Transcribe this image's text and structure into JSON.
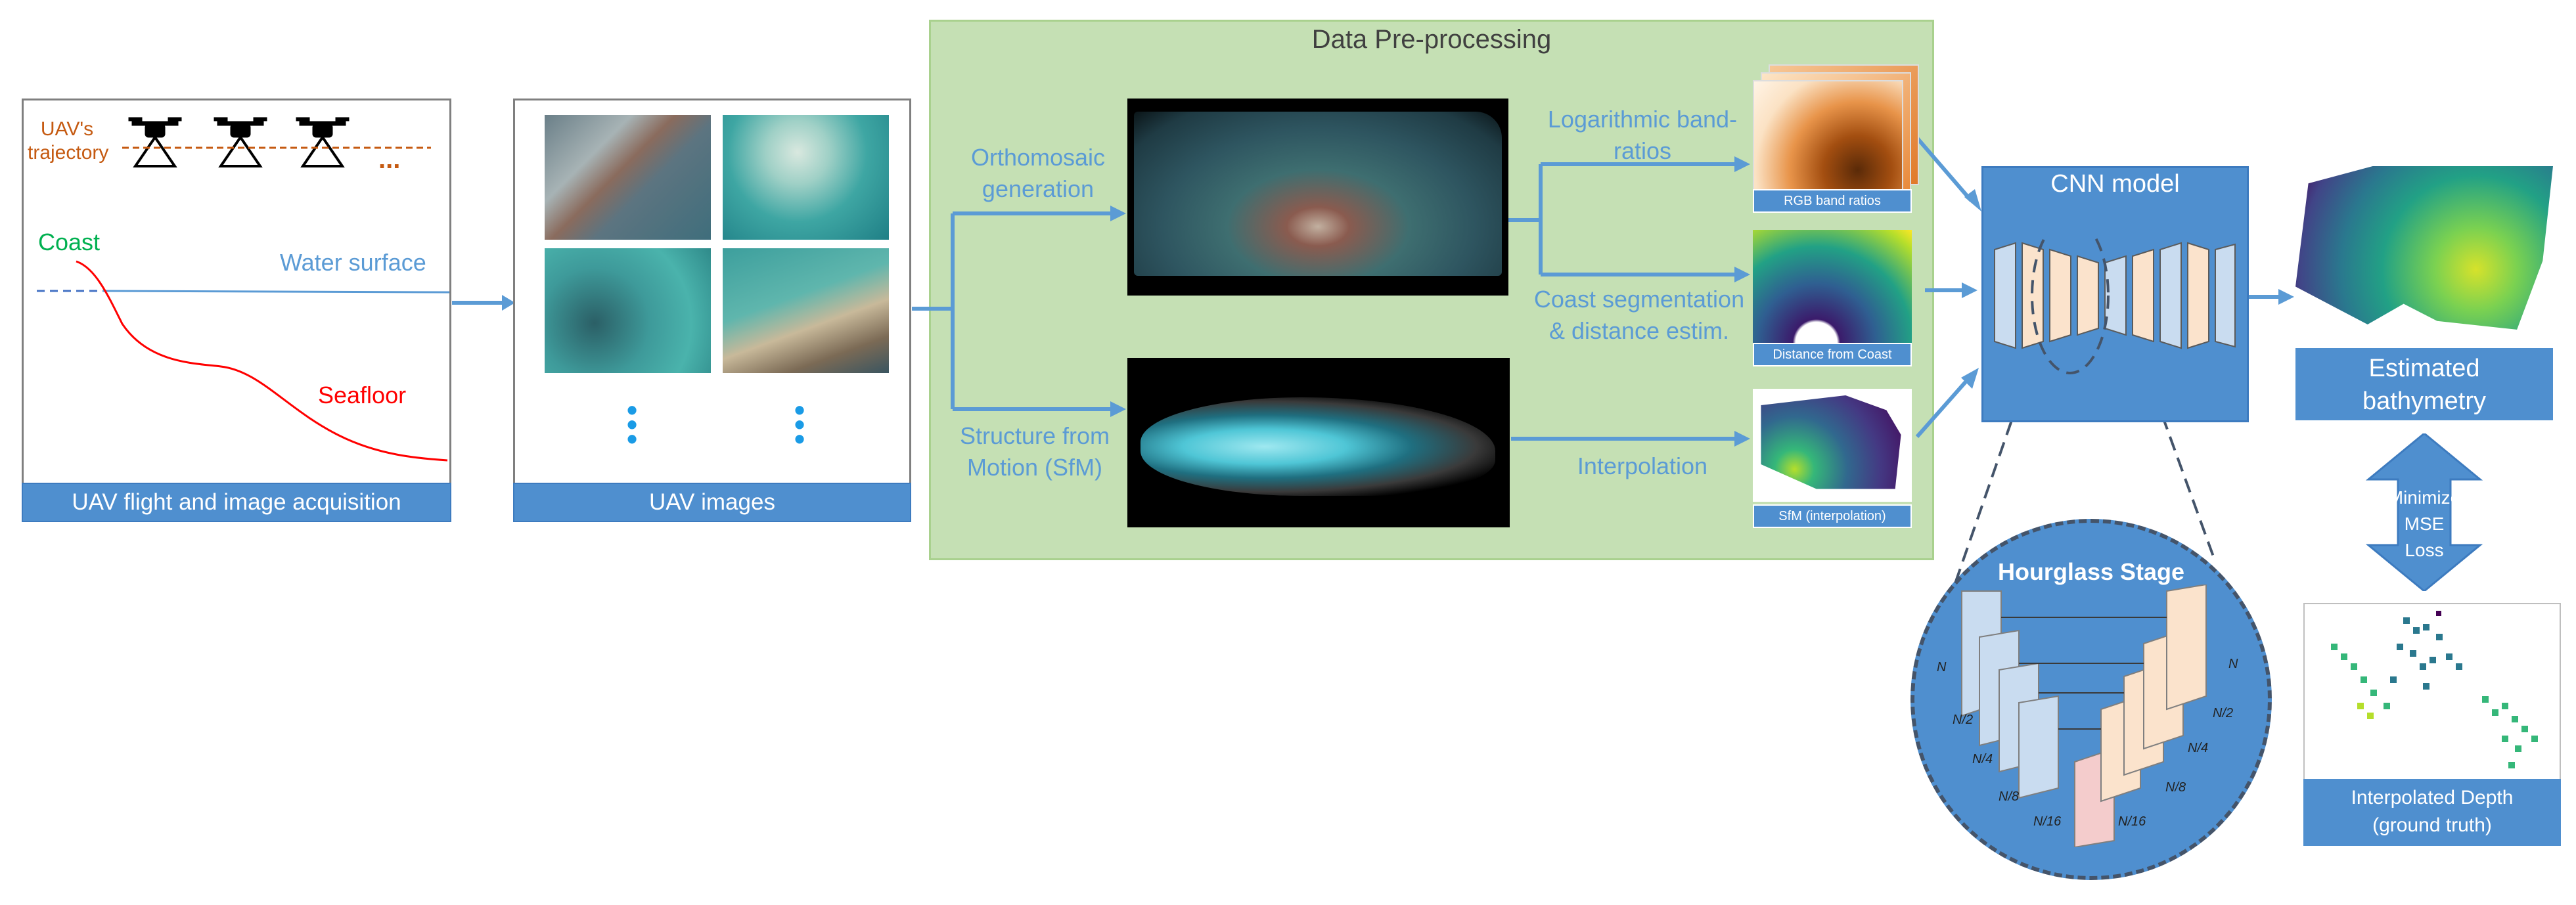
{
  "panel1": {
    "footer": "UAV flight and image acquisition",
    "trajectory_label": "UAV's trajectory",
    "ellipsis": "...",
    "coast_label": "Coast",
    "water_label": "Water surface",
    "seafloor_label": "Seafloor"
  },
  "panel2": {
    "footer": "UAV images"
  },
  "preprocessing": {
    "title": "Data Pre-processing",
    "orthomosaic_label": "Orthomosaic generation",
    "sfm_label": "Structure from Motion (SfM)",
    "log_label": "Logarithmic band-ratios",
    "coast_seg_label": "Coast segmentation & distance estim.",
    "interp_label": "Interpolation",
    "caption_rgb": "RGB band ratios",
    "caption_dist": "Distance from Coast",
    "caption_sfm": "SfM (interpolation)"
  },
  "cnn": {
    "title": "CNN model"
  },
  "hourglass": {
    "title": "Hourglass Stage",
    "scales_left": [
      "N",
      "N/2",
      "N/4",
      "N/8",
      "N/16"
    ],
    "scales_right": [
      "N",
      "N/2",
      "N/4",
      "N/8",
      "N/16"
    ]
  },
  "output": {
    "estimated_label": "Estimated bathymetry",
    "loss_label": "Minimize MSE Loss",
    "ground_truth_label": "Interpolated Depth (ground truth)"
  },
  "colors": {
    "accent_blue": "#5b9bd5",
    "bar_blue": "#4f8fcf",
    "green_panel": "#c5e0b4",
    "coast_green": "#00b050",
    "seafloor_red": "#ff0000",
    "trajectory_orange": "#c55a11"
  }
}
